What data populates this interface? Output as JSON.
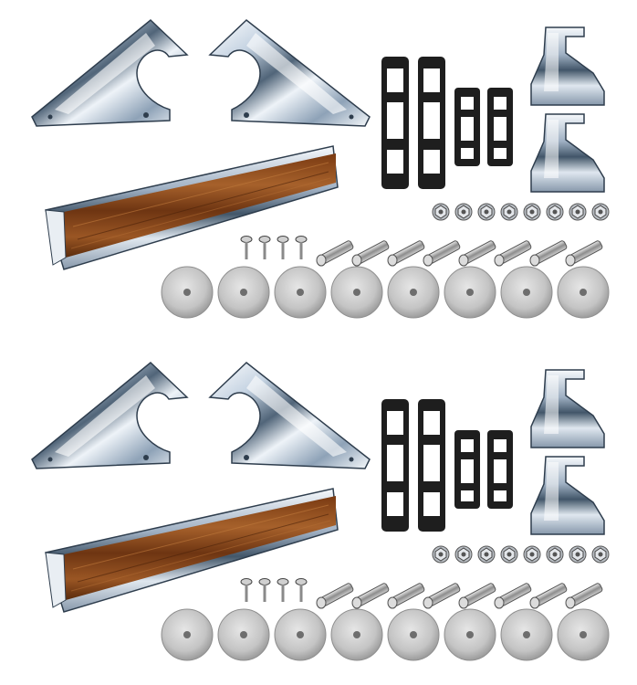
{
  "image": {
    "background": "#ffffff",
    "kits": [
      {
        "name": "kit-top",
        "components": {
          "chrome_end_caps": 2,
          "woodgrain_rail": 1,
          "rubber_gaskets_large": 2,
          "rubber_gaskets_small": 2,
          "chrome_brackets": 2,
          "star_washers_nuts": 8,
          "wood_screws": 4,
          "machine_bolts": 8,
          "flat_washers": 8
        }
      },
      {
        "name": "kit-bottom",
        "components": {
          "chrome_end_caps": 2,
          "woodgrain_rail": 1,
          "rubber_gaskets_large": 2,
          "rubber_gaskets_small": 2,
          "chrome_brackets": 2,
          "star_washers_nuts": 8,
          "wood_screws": 4,
          "machine_bolts": 8,
          "flat_washers": 8
        }
      }
    ],
    "colors": {
      "chrome_light": "#f4f8fc",
      "chrome_mid": "#9fb2c6",
      "chrome_dark": "#3e5166",
      "wood_dark": "#5a2b0c",
      "wood_light": "#a5612a",
      "rubber": "#1e1e1e",
      "washer": "#c9c9c9"
    }
  }
}
